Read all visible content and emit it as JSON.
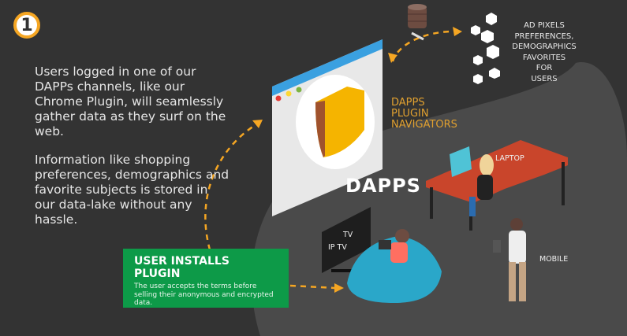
{
  "step_number": "1",
  "intro": {
    "paragraph1": "Users logged in one of our DAPPs channels, like our Chrome Plugin, will seamlessly gather data as they surf on the web.",
    "paragraph2": "Information like shopping preferences, demographics and favorite subjects is stored in our data-lake without any hassle."
  },
  "data_label": [
    "AD PIXELS",
    "PREFERENCES,",
    "DEMOGRAPHICS",
    "FAVORITES",
    "FOR",
    "USERS"
  ],
  "plugin_label": [
    "DAPPS",
    "PLUGIN",
    "NAVIGATORS"
  ],
  "center_title": "DAPPS",
  "devices": {
    "laptop": "LAPTOP",
    "tv": "TV",
    "iptv": "IP TV",
    "mobile": "MOBILE"
  },
  "callout": {
    "title": "USER INSTALLS PLUGIN",
    "text": "The user accepts the terms before selling their anonymous and encrypted data."
  },
  "colors": {
    "background": "#333333",
    "accent": "#f5a623",
    "green": "#0d9a48"
  }
}
